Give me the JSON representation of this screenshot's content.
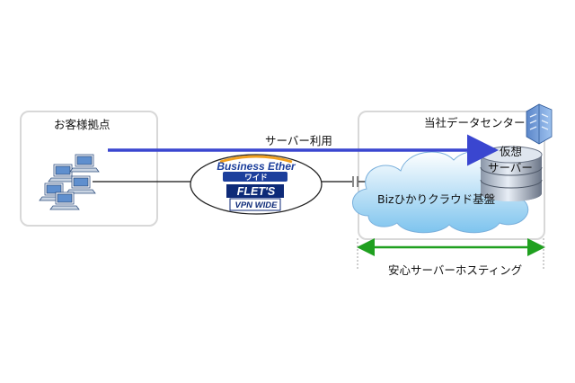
{
  "customer": {
    "label": "お客様拠点"
  },
  "datacenter": {
    "label": "当社データセンター"
  },
  "server_use": {
    "label": "サーバー利用"
  },
  "cloud": {
    "label": "Bizひかりクラウド基盤"
  },
  "virtual_server": {
    "line1": "仮想",
    "line2": "サーバー"
  },
  "hosting": {
    "label": "安心サーバーホスティング"
  },
  "network_badge": {
    "line1": "Business Ether",
    "line2": "ワイド",
    "line3": "FLET'S",
    "line4": "VPN WIDE"
  },
  "colors": {
    "arrow": "#3a46d0",
    "bracket": "#1fa01f",
    "cloud_top": "#ffffff",
    "cloud_bottom": "#7ec4ee",
    "badge_blue": "#1c3f9c"
  }
}
